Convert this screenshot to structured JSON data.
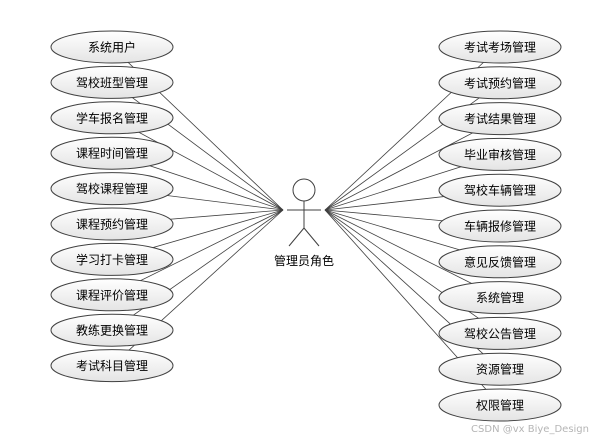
{
  "actor": {
    "label": "管理员角色"
  },
  "left_use_cases": [
    "系统用户",
    "驾校班型管理",
    "学车报名管理",
    "课程时间管理",
    "驾校课程管理",
    "课程预约管理",
    "学习打卡管理",
    "课程评价管理",
    "教练更换管理",
    "考试科目管理"
  ],
  "right_use_cases": [
    "考试考场管理",
    "考试预约管理",
    "考试结果管理",
    "毕业审核管理",
    "驾校车辆管理",
    "车辆报修管理",
    "意见反馈管理",
    "系统管理",
    "驾校公告管理",
    "资源管理",
    "权限管理"
  ],
  "watermark": "CSDN @vx Biye_Design",
  "colors": {
    "stroke": "#404040",
    "fill_top": "#ffffff",
    "fill_bottom": "#e6e6e6"
  }
}
